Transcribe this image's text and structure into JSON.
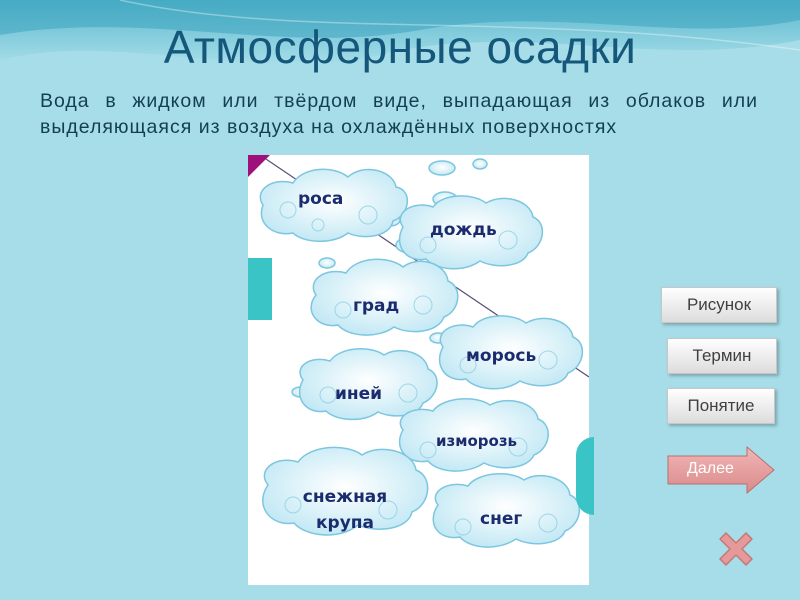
{
  "slide": {
    "title": "Атмосферные осадки",
    "description": "Вода в жидком или твёрдом виде, выпадающая из облаков или выделяющаяся из воздуха на охлаждённых поверхностях"
  },
  "clouds": [
    "роса",
    "дождь",
    "град",
    "морось",
    "иней",
    "изморозь",
    "снежная крупа",
    "снег"
  ],
  "buttons": {
    "picture": "Рисунок",
    "term": "Термин",
    "concept": "Понятие",
    "next": "Далее"
  },
  "icons": {
    "close": "close-x-icon",
    "next": "arrow-right-icon"
  },
  "colors": {
    "background": "#a6dde8",
    "title": "#15577a",
    "accent_teal": "#3bc4c6",
    "cloud_fill": "#cdeef7",
    "cloud_stroke": "#7cc6df",
    "cloud_text": "#1b2c6e"
  }
}
